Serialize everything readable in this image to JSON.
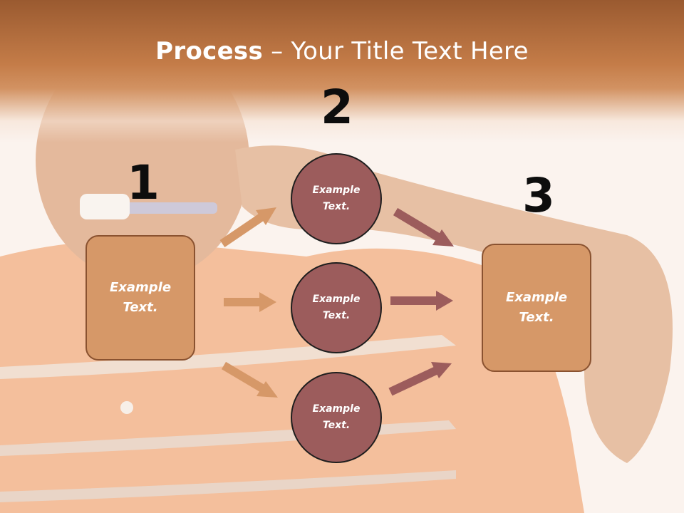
{
  "title": {
    "bold": "Process",
    "rest": " – Your Title Text Here"
  },
  "steps": {
    "one": "1",
    "two": "2",
    "three": "3"
  },
  "boxes": {
    "left": "Example Text.",
    "right": "Example Text."
  },
  "circles": {
    "top": "Example Text.",
    "middle": "Example Text.",
    "bottom": "Example Text."
  },
  "colors": {
    "header": "#c47c48",
    "box_fill": "#d69868",
    "circle_fill": "#9c5c5c",
    "left_arrows": "#d69868",
    "right_arrows": "#9c5c5c"
  }
}
